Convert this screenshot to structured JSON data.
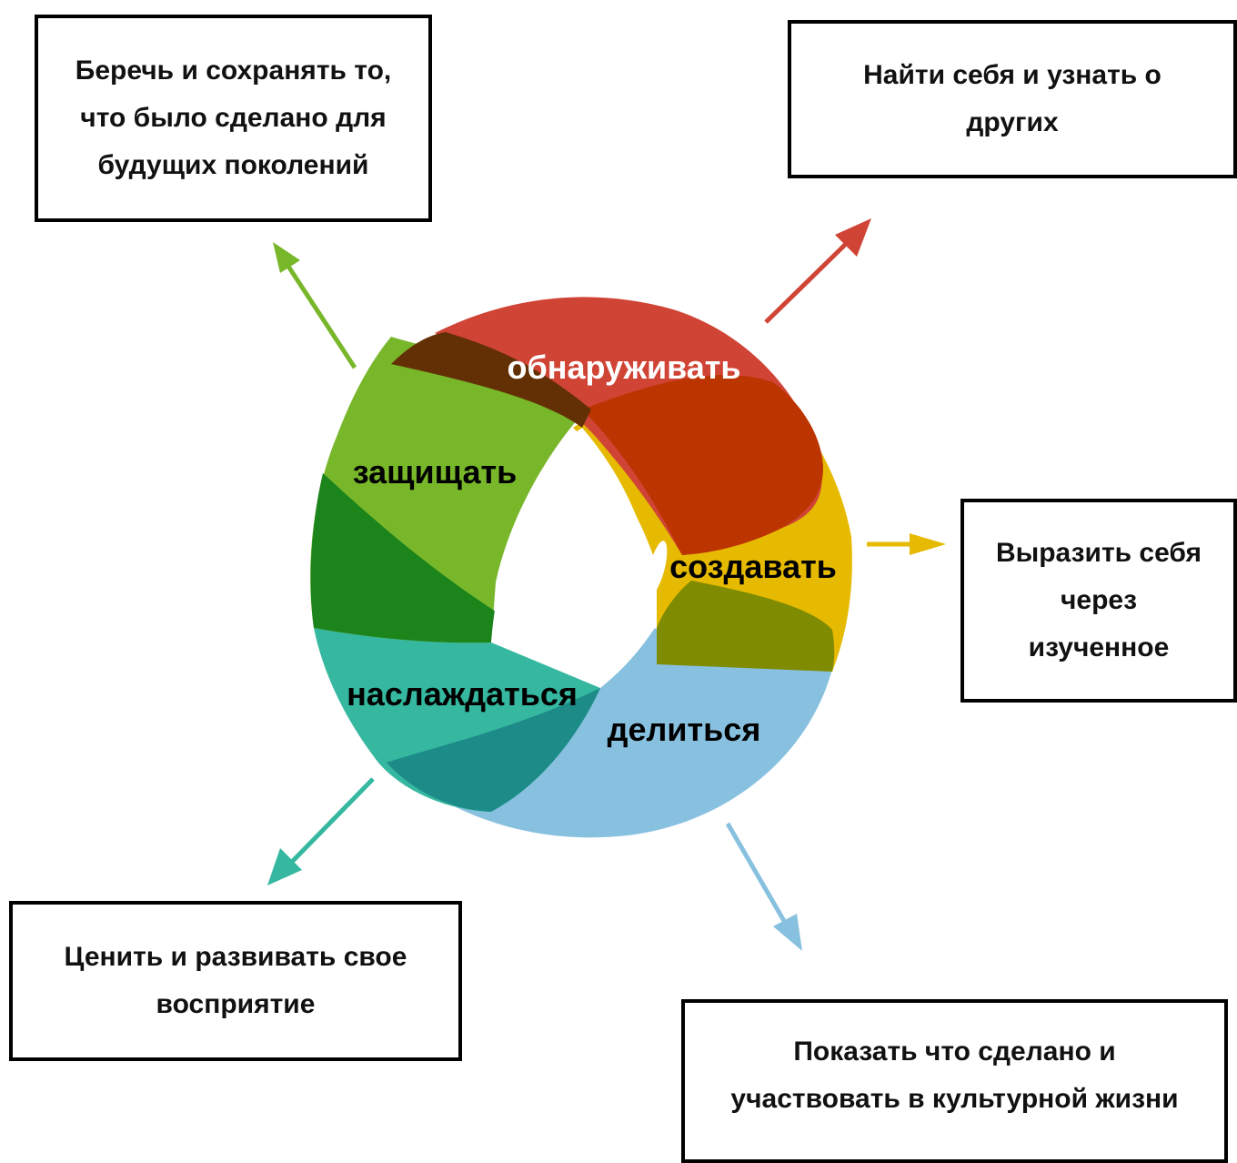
{
  "boxes": {
    "protect": "Беречь и сохранять то,\nчто было сделано для\nбудущих поколений",
    "discover": "Найти себя и узнать о\nдругих",
    "create": "Выразить себя\nчерез\nизученное",
    "enjoy": "Ценить и развивать свое\nвосприятие",
    "share": "Показать что сделано и\nучаствовать  в культурной жизни"
  },
  "ring": {
    "discover": "обнаруживать",
    "protect": "защищать",
    "create": "создавать",
    "enjoy": "наслаждаться",
    "share": "делиться"
  },
  "colors": {
    "red": "#d04436",
    "red_dark": "#bc3400",
    "brown": "#633006",
    "green": "#78b62a",
    "green_dark": "#1b841b",
    "yellow": "#e6ba00",
    "olive": "#7f8b00",
    "teal": "#35b7a0",
    "teal_dark": "#1d8b88",
    "blue": "#87c1df"
  }
}
